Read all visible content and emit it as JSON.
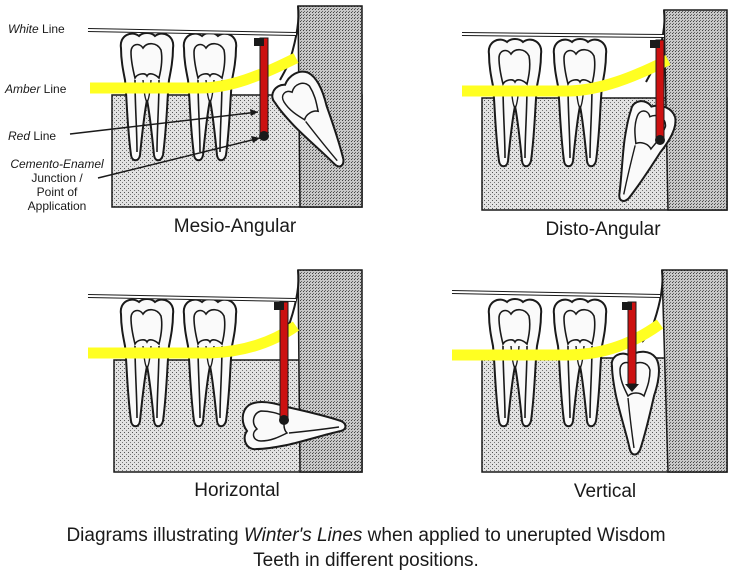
{
  "labels": {
    "white": {
      "name": "White",
      "suffix": " Line"
    },
    "amber": {
      "name": "Amber",
      "suffix": " Line"
    },
    "red": {
      "name": "Red",
      "suffix": " Line"
    },
    "cej_line1": "Cemento-Enamel",
    "cej_line2": "Junction /",
    "cej_line3": "Point of",
    "cej_line4": "Application"
  },
  "panels": [
    {
      "title": "Mesio-Angular"
    },
    {
      "title": "Disto-Angular"
    },
    {
      "title": "Horizontal"
    },
    {
      "title": "Vertical"
    }
  ],
  "caption": {
    "before": "Diagrams illustrating ",
    "emphasis": "Winter's Lines",
    "after_line1": " when applied to unerupted Wisdom",
    "line2": "Teeth in different positions."
  },
  "colors": {
    "white_line": "#ffffff",
    "amber_line": "#ffff22",
    "red_line": "#cc1111",
    "bone": "#cfcfcf",
    "outline": "#1a1a1a"
  }
}
